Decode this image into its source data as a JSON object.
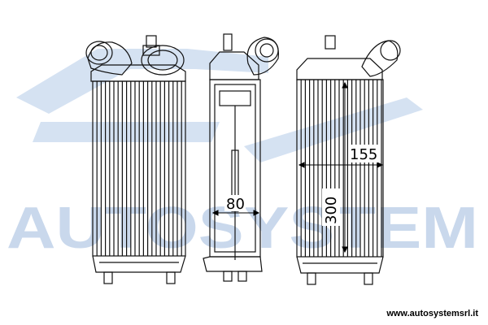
{
  "watermark": {
    "text": "AUTOSYSTEM",
    "color": "#c9d8ec"
  },
  "dimensions": {
    "depth": "80",
    "thickness": "155",
    "height": "300"
  },
  "footer": {
    "url": "www.autosystemsrl.it"
  },
  "colors": {
    "line": "#111111",
    "watermark": "#c9d8ec"
  }
}
